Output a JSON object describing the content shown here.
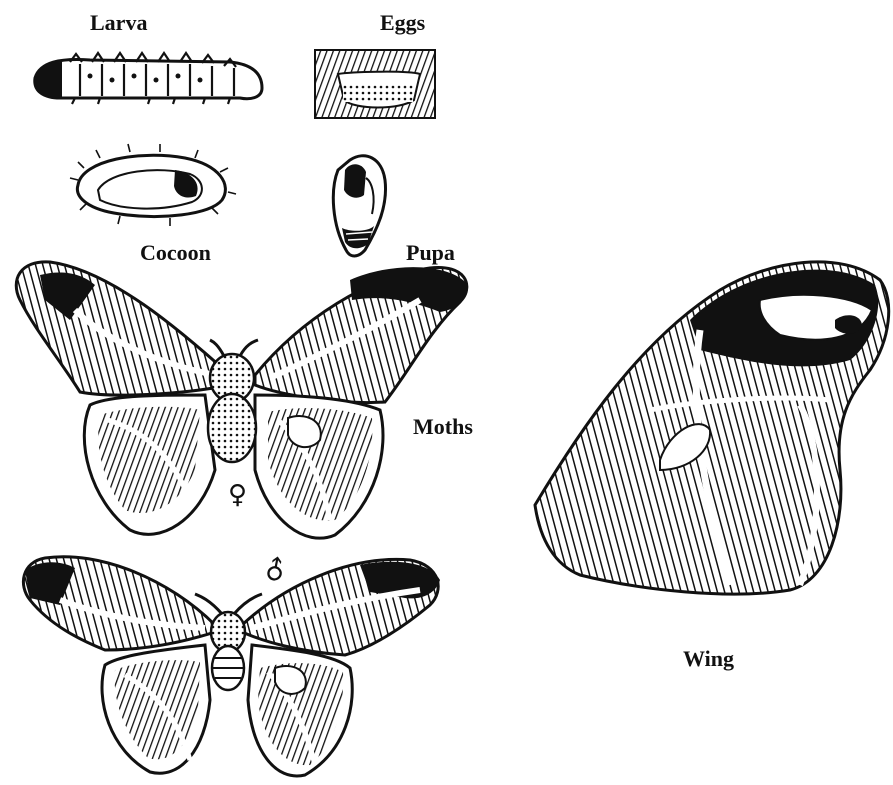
{
  "labels": {
    "larva": "Larva",
    "eggs": "Eggs",
    "cocoon": "Cocoon",
    "pupa": "Pupa",
    "moths": "Moths",
    "wing": "Wing",
    "female_symbol": "♀",
    "male_symbol": "♂"
  },
  "colors": {
    "ink": "#111111",
    "paper": "#ffffff"
  }
}
